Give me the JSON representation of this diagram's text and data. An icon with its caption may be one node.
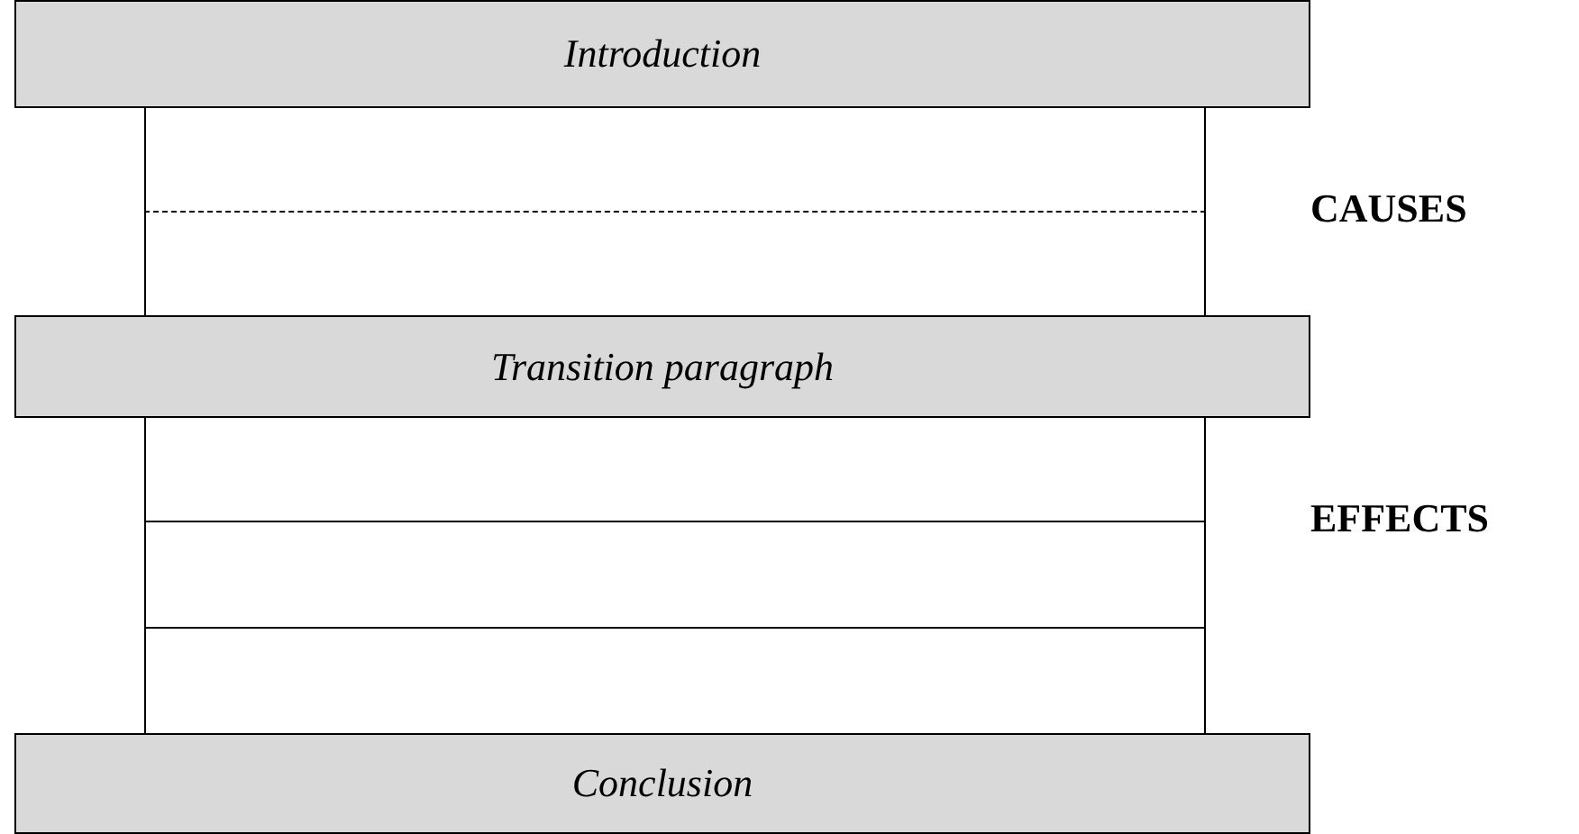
{
  "diagram": {
    "nodes": [
      {
        "text": [
          "Introduction"
        ]
      },
      {
        "text": [],
        "shape": "box"
      },
      {
        "text": [],
        "shape": "box"
      },
      {
        "text": [
          "Transition paragraph"
        ]
      },
      {
        "text": [],
        "shape": "box"
      },
      {
        "text": [],
        "shape": "box"
      },
      {
        "text": [],
        "shape": "box"
      },
      {
        "text": [
          "Conclusion"
        ]
      }
    ],
    "labels": [
      "CAUSES",
      "EFFECTS"
    ]
  }
}
